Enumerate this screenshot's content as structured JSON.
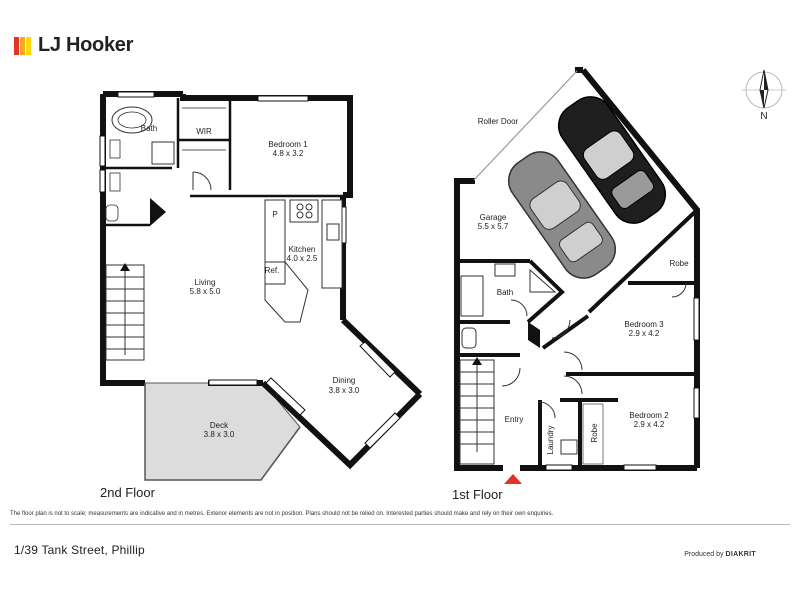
{
  "brand": {
    "name": "LJ Hooker",
    "colors": [
      "#e4322b",
      "#f7a823",
      "#fdd90b"
    ]
  },
  "compass": {
    "label": "N"
  },
  "floors": [
    {
      "label": "2nd Floor"
    },
    {
      "label": "1st Floor"
    }
  ],
  "rooms": {
    "bath_2f": {
      "name": "Bath"
    },
    "wir": {
      "name": "WIR"
    },
    "bedroom1": {
      "name": "Bedroom 1",
      "dims": "4.8 x 3.2"
    },
    "pantry": {
      "name": "P"
    },
    "kitchen": {
      "name": "Kitchen",
      "dims": "4.0 x 2.5"
    },
    "fridge": {
      "name": "Ref."
    },
    "living": {
      "name": "Living",
      "dims": "5.8 x 5.0"
    },
    "dining": {
      "name": "Dining",
      "dims": "3.8 x 3.0"
    },
    "deck": {
      "name": "Deck",
      "dims": "3.8 x 3.0"
    },
    "roller_door": {
      "name": "Roller Door"
    },
    "garage": {
      "name": "Garage",
      "dims": "5.5 x 5.7"
    },
    "bath_1f": {
      "name": "Bath"
    },
    "robe1": {
      "name": "Robe"
    },
    "bedroom3": {
      "name": "Bedroom 3",
      "dims": "2.9 x 4.2"
    },
    "bedroom2": {
      "name": "Bedroom 2",
      "dims": "2.9 x 4.2"
    },
    "entry": {
      "name": "Entry"
    },
    "laundry": {
      "name": "Laundry"
    },
    "robe2": {
      "name": "Robe"
    }
  },
  "disclaimer": "The floor plan is not to scale; measurements are indicative and in metres. Exterior elements are not in position. Plans should not be relied on. Interested parties should make and rely on their own enquiries.",
  "address": "1/39 Tank Street, Phillip",
  "credit": {
    "prefix": "Produced by",
    "company": "DIAKRIT"
  }
}
